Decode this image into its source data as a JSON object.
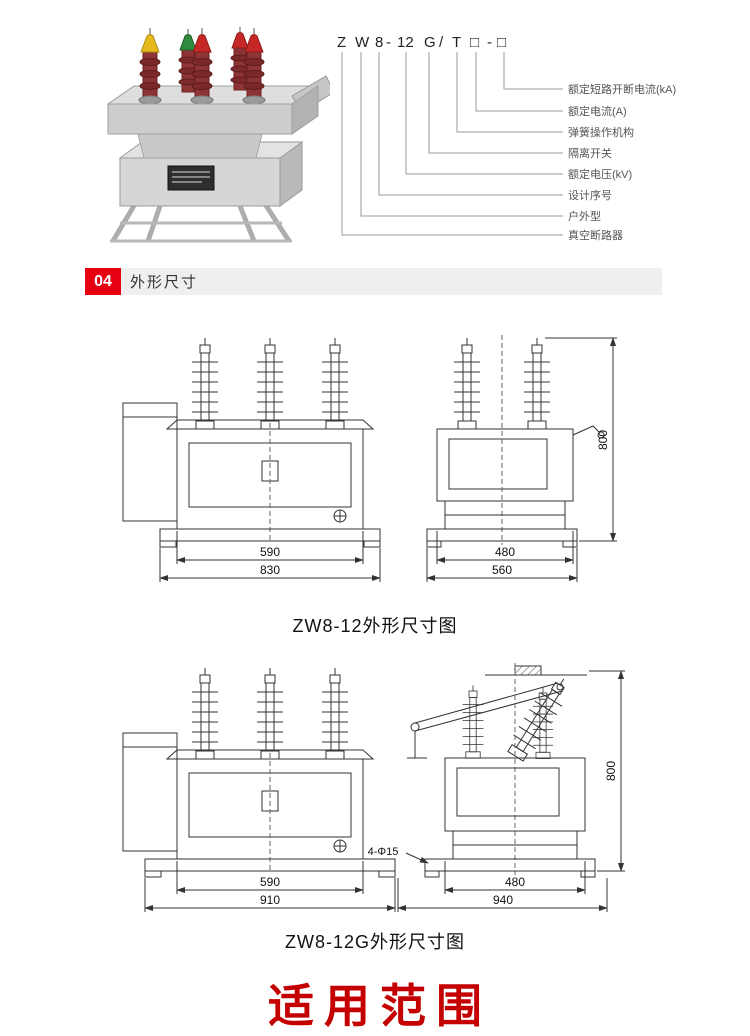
{
  "model_designation": {
    "parts": [
      "Z",
      "W",
      "8",
      "-",
      "12",
      "G",
      "/",
      "T",
      "□",
      "-",
      "□"
    ],
    "labels": [
      "额定短路开断电流(kA)",
      "额定电流(A)",
      "弹簧操作机构",
      "隔离开关",
      "额定电压(kV)",
      "设计序号",
      "户外型",
      "真空断路器"
    ]
  },
  "section_header": {
    "number": "04",
    "title": "外形尺寸"
  },
  "drawings": [
    {
      "caption": "ZW8-12外形尺寸图",
      "front": {
        "inner_width": "590",
        "outer_width": "830"
      },
      "side": {
        "inner_width": "480",
        "outer_width": "560",
        "height": "800"
      }
    },
    {
      "caption": "ZW8-12G外形尺寸图",
      "front": {
        "inner_width": "590",
        "outer_width": "910"
      },
      "side": {
        "inner_width": "480",
        "outer_width": "940",
        "height": "800",
        "hole_note": "4-Φ15"
      }
    }
  ],
  "bottom_section_title": "适用范围"
}
